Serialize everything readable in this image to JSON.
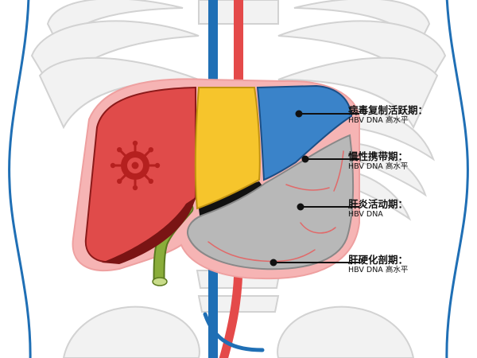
{
  "diagram": {
    "stages": [
      {
        "title": "病毒复制活跃期：",
        "detail": "HBV DNA 高水平"
      },
      {
        "title": "慢性携带期：",
        "detail": "HBV DNA 高水平"
      },
      {
        "title": "肝炎活动期：",
        "detail": "HBV DNA"
      },
      {
        "title": "肝硬化剖期：",
        "detail": "HBV DNA 高水平"
      }
    ],
    "colors": {
      "active_replication": "#3a83c9",
      "chronic_carrier": "#f6c52c",
      "hepatitis_active": "#e04b4a",
      "cirrhosis": "#b8b8b8",
      "artery": "#e44a4a",
      "vein": "#1f6fb5",
      "liver_outline": "#f1a9a9",
      "bile_duct": "#8aad3a"
    },
    "icons": [
      "virus-icon"
    ]
  }
}
